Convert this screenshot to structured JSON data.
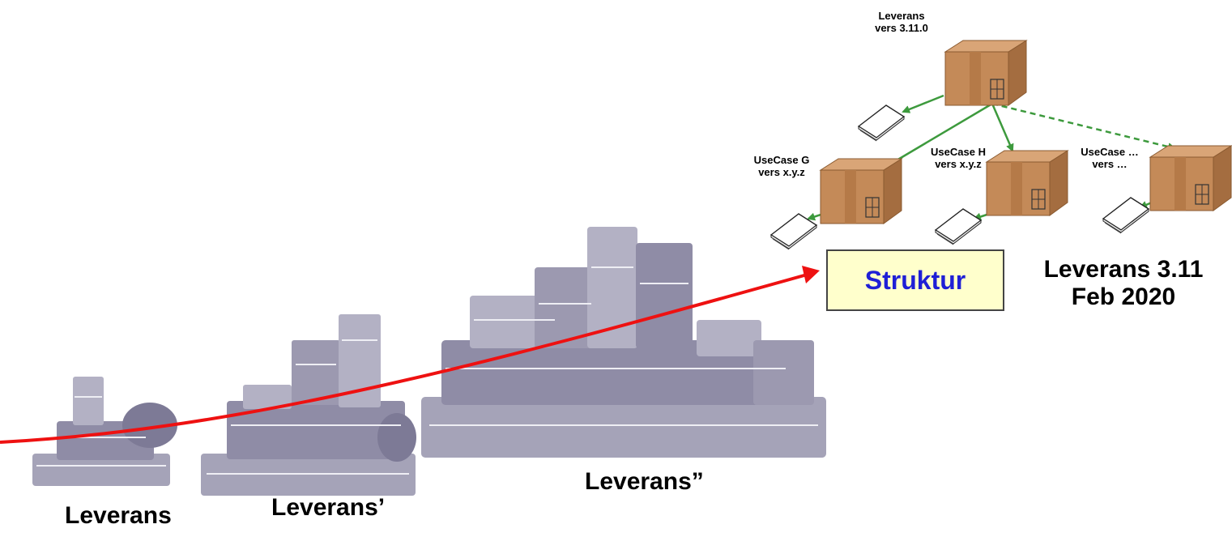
{
  "root": {
    "name": "Leverans",
    "version": "vers 3.11.0"
  },
  "usecases": [
    {
      "name": "UseCase G",
      "version": "vers x.y.z"
    },
    {
      "name": "UseCase H",
      "version": "vers x.y.z"
    },
    {
      "name": "UseCase …",
      "version": "vers …"
    }
  ],
  "struktur_label": "Struktur",
  "release": {
    "line1": "Leverans 3.11",
    "line2": "Feb 2020"
  },
  "piles": [
    {
      "label": "Leverans"
    },
    {
      "label": "Leverans’"
    },
    {
      "label": "Leverans”"
    }
  ],
  "colors": {
    "arrow_red": "#ee1111",
    "arrow_green": "#3d9a3d",
    "box_brown": "#c48a58",
    "paper_gray": "#a5a3b8",
    "struktur_fill": "#ffffcc",
    "struktur_text": "#1f1fd6"
  }
}
